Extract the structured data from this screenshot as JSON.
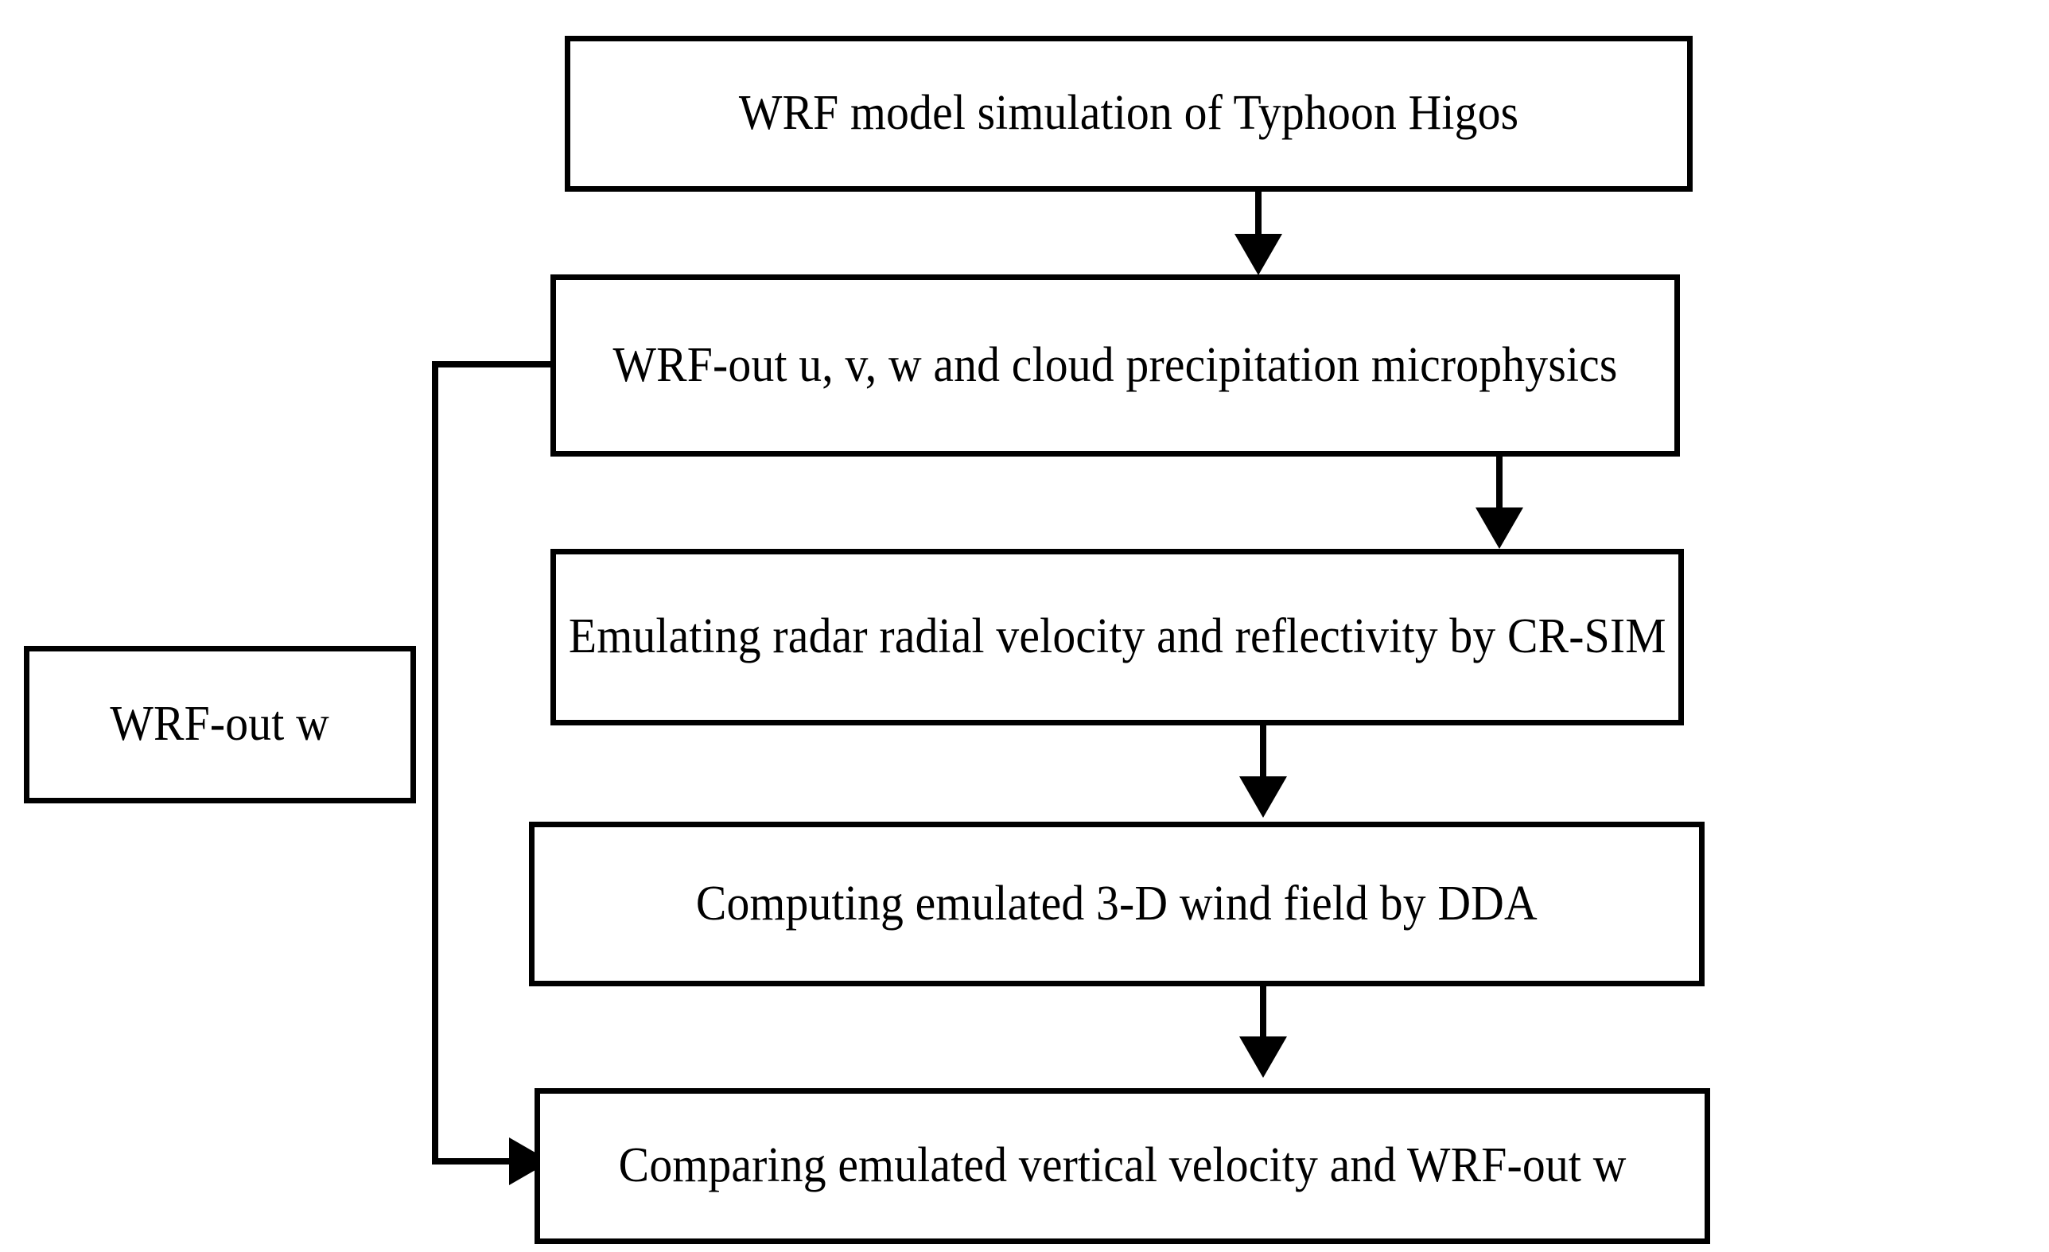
{
  "diagram": {
    "title": "WRF / CR-SIM / DDA vertical velocity emulation workflow",
    "background_color": "#ffffff",
    "line_color": "#000000",
    "nodes": [
      {
        "id": "wrf-model-simulation",
        "label": "WRF model simulation of Typhoon Higos"
      },
      {
        "id": "wrf-out-uvw-microphysics",
        "label": "WRF-out u, v, w and cloud precipitation microphysics"
      },
      {
        "id": "emulating-radar",
        "label": "Emulating radar radial velocity and reflectivity by CR-SIM"
      },
      {
        "id": "computing-wind-field",
        "label": "Computing emulated 3-D wind field by DDA"
      },
      {
        "id": "comparing-velocity",
        "label": "Comparing emulated vertical velocity and WRF-out w"
      },
      {
        "id": "wrf-out-w",
        "label": "WRF-out w"
      }
    ],
    "edges": [
      {
        "id": "edge-1",
        "from": "wrf-model-simulation",
        "to": "wrf-out-uvw-microphysics",
        "type": "arrow-down"
      },
      {
        "id": "edge-2",
        "from": "wrf-out-uvw-microphysics",
        "to": "emulating-radar",
        "type": "arrow-down"
      },
      {
        "id": "edge-3",
        "from": "emulating-radar",
        "to": "computing-wind-field",
        "type": "arrow-down"
      },
      {
        "id": "edge-4",
        "from": "computing-wind-field",
        "to": "comparing-velocity",
        "type": "arrow-down"
      },
      {
        "id": "edge-5",
        "from": "wrf-out-uvw-microphysics",
        "to": "comparing-velocity",
        "type": "elbow-arrow-right"
      }
    ]
  }
}
